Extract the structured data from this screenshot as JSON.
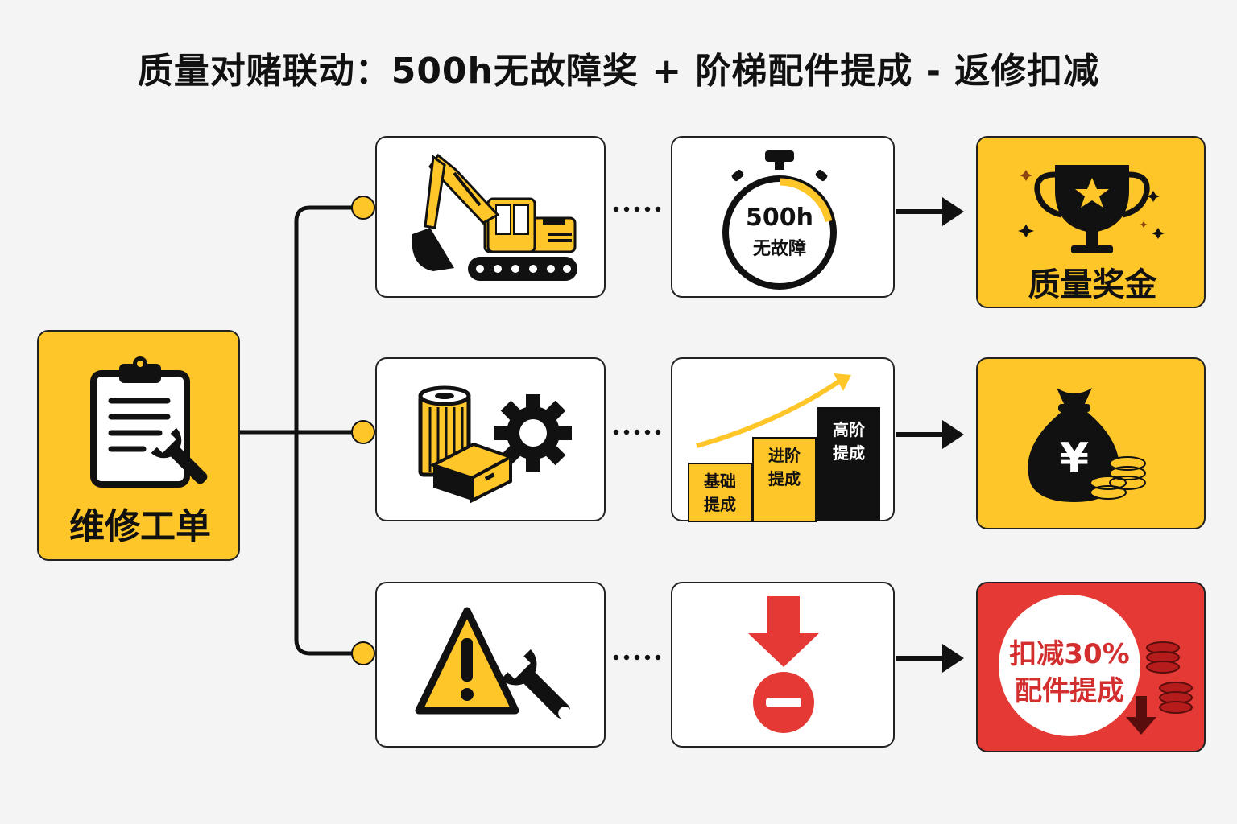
{
  "title": "质量对赌联动：500h无故障奖 + 阶梯配件提成 - 返修扣减",
  "source": {
    "label": "维修工单",
    "icon": "clipboard-wrench-icon"
  },
  "rows": [
    {
      "first_icon": "excavator-icon",
      "middle": {
        "icon": "stopwatch-icon",
        "line1": "500h",
        "line2": "无故障"
      },
      "result": {
        "label": "质量奖金",
        "icon": "trophy-icon"
      }
    },
    {
      "first_icon": "parts-filter-gear-box-icon",
      "middle": {
        "icon": "tier-steps-icon",
        "tiers": [
          "基础\n提成",
          "进阶\n提成",
          "高阶\n提成"
        ]
      },
      "result": {
        "icon": "money-bag-yen-icon",
        "symbol": "¥"
      }
    },
    {
      "first_icon": "warning-wrench-icon",
      "middle": {
        "icon": "down-arrow-minus-icon"
      },
      "result": {
        "line1": "扣减30%",
        "line2": "配件提成",
        "icon": "coins-down-icon"
      }
    }
  ],
  "colors": {
    "yellow": "#FFC629",
    "red": "#E53935",
    "dark": "#111111"
  }
}
